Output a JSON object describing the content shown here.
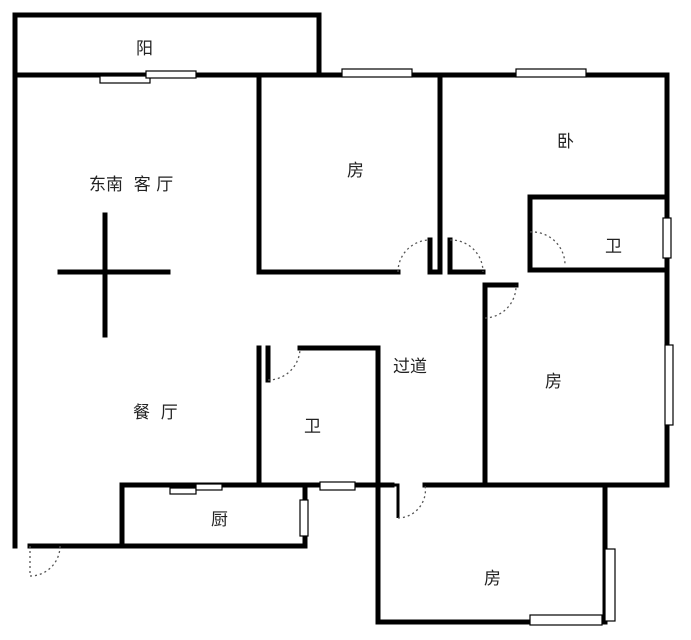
{
  "rooms": {
    "balcony": "阳",
    "living_room": "东南  客 厅",
    "dining_room": "餐  厅",
    "bedroom_top_middle": "房",
    "master_bedroom": "卧",
    "master_bath": "卫",
    "hallway": "过道",
    "bedroom_right": "房",
    "bathroom": "卫",
    "kitchen": "厨",
    "bedroom_bottom": "房"
  },
  "colors": {
    "wall": "#000000",
    "background": "#ffffff"
  }
}
